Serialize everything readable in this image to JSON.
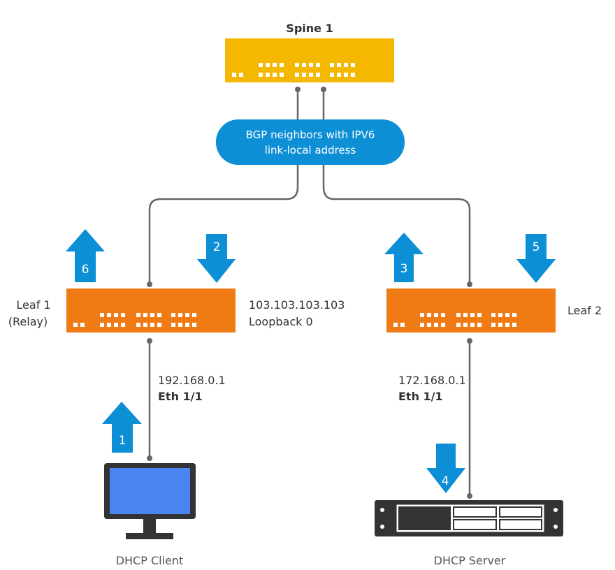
{
  "spine": {
    "label": "Spine 1",
    "color": "#F5B800"
  },
  "bgp_cloud": {
    "line1": "BGP neighbors with IPV6",
    "line2": "link-local address",
    "color": "#0D8FD6"
  },
  "leaf1": {
    "name": "Leaf 1",
    "role": "(Relay)",
    "ip": "103.103.103.103",
    "iface": "Loopback 0",
    "color": "#F07B15"
  },
  "leaf2": {
    "name": "Leaf 2",
    "color": "#F07B15"
  },
  "link_leaf1_client": {
    "ip": "192.168.0.1",
    "iface": "Eth 1/1"
  },
  "link_leaf2_server": {
    "ip": "172.168.0.1",
    "iface": "Eth 1/1"
  },
  "client": {
    "label": "DHCP Client",
    "icon": "monitor-icon"
  },
  "server": {
    "label": "DHCP Server",
    "icon": "rack-server-icon"
  },
  "steps": {
    "s1": "1",
    "s2": "2",
    "s3": "3",
    "s4": "4",
    "s5": "5",
    "s6": "6"
  },
  "colors": {
    "arrow": "#0D8FD6",
    "line": "#666666",
    "port": "#FFFFFF",
    "dark": "#333333",
    "screen": "#4A86F2"
  }
}
